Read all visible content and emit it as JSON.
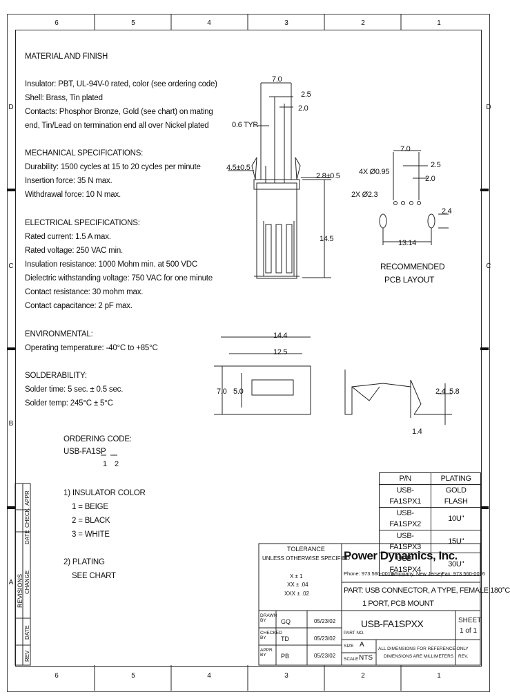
{
  "zones": {
    "columns": [
      "6",
      "5",
      "4",
      "3",
      "2",
      "1"
    ],
    "rows": [
      "D",
      "C",
      "B",
      "A"
    ]
  },
  "notes": {
    "material_title": "MATERIAL AND FINISH",
    "material_lines": [
      "Insulator: PBT, UL-94V-0 rated, color (see ordering code)",
      "Shell: Brass, Tin plated",
      "Contacts: Phosphor Bronze, Gold (see chart) on mating",
      "end, Tin/Lead on termination end all over Nickel plated"
    ],
    "mechanical_title": "MECHANICAL SPECIFICATIONS:",
    "mechanical_lines": [
      "Durability: 1500 cycles at 15 to 20 cycles per minute",
      "Insertion force: 35 N max.",
      "Withdrawal force: 10 N max."
    ],
    "electrical_title": "ELECTRICAL SPECIFICATIONS:",
    "electrical_lines": [
      "Rated current: 1.5 A max.",
      "Rated voltage: 250 VAC min.",
      "Insulation resistance: 1000 Mohm min. at 500 VDC",
      "Dielectric withstanding voltage: 750 VAC for one minute",
      "Contact resistance: 30 mohm max.",
      "Contact capacitance: 2 pF max."
    ],
    "environmental_title": "ENVIRONMENTAL:",
    "environmental_lines": [
      "Operating temperature: -40°C to +85°C"
    ],
    "solderability_title": "SOLDERABILITY:",
    "solderability_lines": [
      "Solder time: 5 sec. ± 0.5 sec.",
      "Solder temp: 245°C ± 5°C"
    ]
  },
  "ordering": {
    "title": "ORDERING CODE:",
    "code": "USB-FA1SP",
    "slot1": "1",
    "slot2": "2",
    "insulator_title": "1)  INSULATOR COLOR",
    "insulator_options": [
      "1 = BEIGE",
      "2 = BLACK",
      "3 = WHITE"
    ],
    "plating_title": "2)  PLATING",
    "plating_note": "SEE CHART"
  },
  "dims": {
    "top_7": "7.0",
    "top_25": "2.5",
    "top_20": "2.0",
    "typ_06": "0.6 TYP.",
    "side_45": "4.5±0.5",
    "side_28": "2.8±0.5",
    "height_145": "14.5",
    "front_144": "14.4",
    "front_125": "12.5",
    "front_70": "7.0",
    "front_50": "5.0",
    "side_24": "2.4",
    "side_58": "5.8",
    "side_14": "1.4",
    "pcb_70": "7.0",
    "pcb_4x": "4X Ø0.95",
    "pcb_25": "2.5",
    "pcb_20": "2.0",
    "pcb_2x": "2X Ø2.3",
    "pcb_24": "2.4",
    "pcb_1314": "13.14",
    "pcb_title_1": "RECOMMENDED",
    "pcb_title_2": "PCB LAYOUT"
  },
  "plating_table": {
    "headers": [
      "P/N",
      "PLATING"
    ],
    "rows": [
      [
        "USB-FA1SPX1",
        "GOLD FLASH"
      ],
      [
        "USB-FA1SPX2",
        "10U\""
      ],
      [
        "USB-FA1SPX3",
        "15U\""
      ],
      [
        "USB-FA1SPX4",
        "30U\""
      ]
    ]
  },
  "title_block": {
    "tolerance_title": "TOLERANCE",
    "tolerance_sub": "UNLESS OTHERWISE SPECIFIED",
    "tol_x": "X  ±  1",
    "tol_xx": "XX  ±  .04",
    "tol_xxx": "XXX  ±  .02",
    "company": "Power Dynamics, Inc.",
    "phone": "Phone: 973 560-0019",
    "city": "Whippany, New Jersey",
    "fax": "Fax: 973 560-0076",
    "part_line1": "PART:  USB CONNECTOR, A TYPE, FEMALE 180°C",
    "part_line2": "1 PORT, PCB MOUNT",
    "drawn_label": "DRAWN BY",
    "drawn_by": "GQ",
    "drawn_date": "05/23/02",
    "checked_label": "CHECKED BY",
    "checked_by": "TD",
    "checked_date": "05/23/02",
    "approved_label": "APPR. BY",
    "approved_by": "PB",
    "approved_date": "05/23/02",
    "part_no_label": "PART NO.",
    "part_no": "USB-FA1SPXX",
    "sheet_label": "SHEET",
    "sheet_value": "1 of 1",
    "size_label": "SIZE",
    "size_value": "A",
    "scale_label": "SCALE",
    "scale_value": "NTS",
    "note1": "ALL DIMENSIONS FOR REFERENCE ONLY",
    "note2": "DIMENSIONS ARE MILLIMETERS",
    "rev_label": "REV.",
    "revisions_label": "REVISIONS",
    "rev_cols": [
      "REV",
      "DATE",
      "CHANGE",
      "APPR"
    ],
    "rev_cols2": [
      "DATE",
      "CHECK"
    ]
  }
}
